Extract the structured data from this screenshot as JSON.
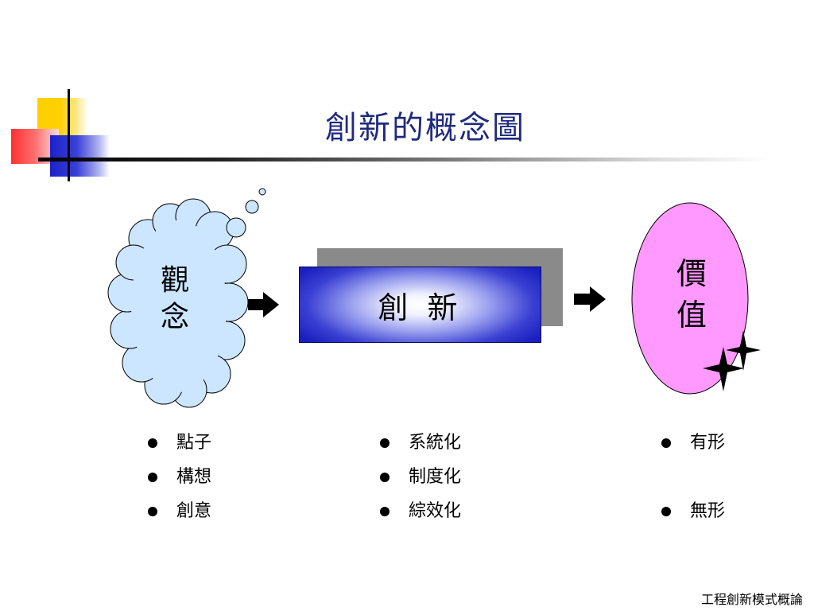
{
  "slide": {
    "title": "創新的概念圖",
    "footer": "工程創新模式概論"
  },
  "diagram": {
    "idea": {
      "line1": "觀",
      "line2": "念"
    },
    "innovation": {
      "label": "創 新"
    },
    "value": {
      "line1": "價",
      "line2": "值"
    }
  },
  "lists": {
    "idea": [
      "點子",
      "構想",
      "創意"
    ],
    "innovation": [
      "系統化",
      "制度化",
      "綜效化"
    ],
    "value_top": "有形",
    "value_bottom": "無形"
  },
  "colors": {
    "title": "#1f2a80",
    "cloud_fill": "#cce6ff",
    "value_fill": "#ff99ff",
    "box_edge": "#1a1fbf",
    "box_center": "#ffffff"
  }
}
